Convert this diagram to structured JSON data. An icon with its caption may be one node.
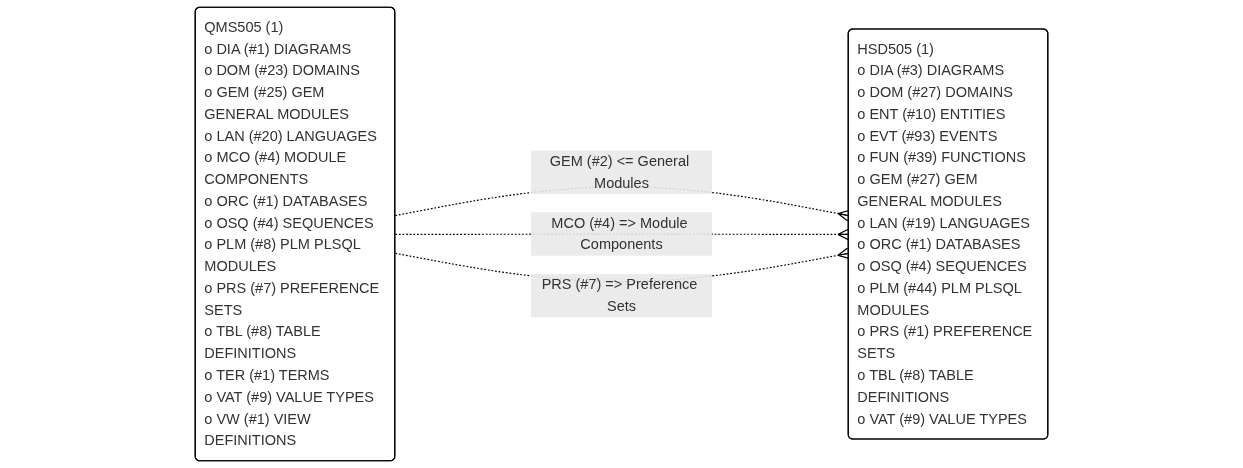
{
  "diagram": {
    "nodes": [
      {
        "text": [
          "QMS505 (1)",
          "o DIA (#1) DIAGRAMS",
          "o DOM (#23) DOMAINS",
          "o GEM (#25) GEM GENERAL MODULES",
          "o LAN (#20) LANGUAGES",
          "o MCO (#4) MODULE COMPONENTS",
          "o ORC (#1) DATABASES",
          "o OSQ (#4) SEQUENCES",
          "o PLM (#8) PLM PLSQL MODULES",
          "o PRS (#7) PREFERENCE SETS",
          "o TBL (#8) TABLE DEFINITIONS",
          "o TER (#1) TERMS",
          "o VAT (#9) VALUE TYPES",
          "o VW (#1) VIEW DEFINITIONS"
        ]
      },
      {
        "text": [
          "HSD505 (1)",
          "o DIA (#3) DIAGRAMS",
          "o DOM (#27) DOMAINS",
          "o ENT (#10) ENTITIES",
          "o EVT (#93) EVENTS",
          "o FUN (#39) FUNCTIONS",
          "o GEM (#27) GEM GENERAL MODULES",
          "o LAN (#19) LANGUAGES",
          "o ORC (#1) DATABASES",
          "o OSQ (#4) SEQUENCES",
          "o PLM (#44) PLM PLSQL MODULES",
          "o PRS (#1) PREFERENCE SETS",
          "o TBL (#8) TABLE DEFINITIONS",
          "o VAT (#9) VALUE TYPES"
        ]
      }
    ],
    "edges": [
      {
        "from": 0,
        "to": 1,
        "label": "GEM (#2) <= General Modules",
        "arrow": "other",
        "style": "dashed"
      },
      {
        "from": 0,
        "to": 1,
        "label": "MCO (#4) => Module Components",
        "arrow": "other",
        "style": "dashed"
      },
      {
        "from": 0,
        "to": 1,
        "label": "PRS (#7) => Preference Sets",
        "arrow": "other",
        "style": "dashed"
      }
    ]
  }
}
